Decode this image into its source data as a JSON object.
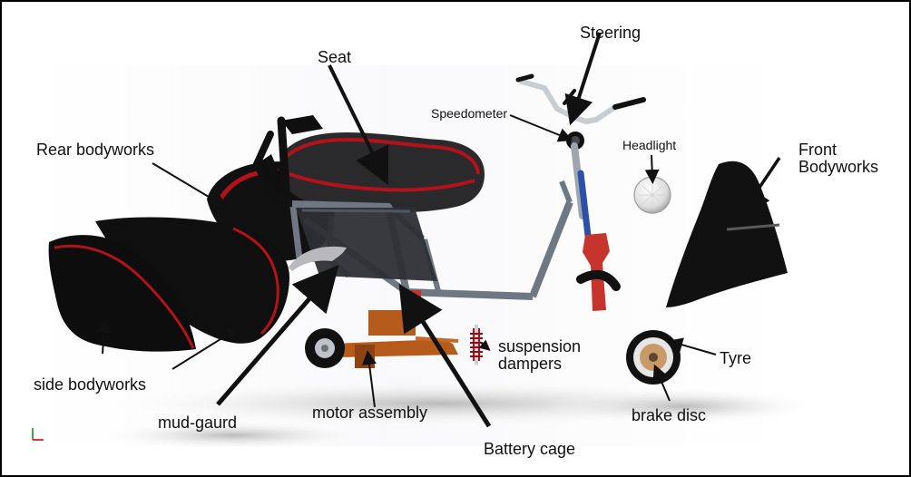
{
  "labels": {
    "steering": "Steering",
    "seat": "Seat",
    "speedometer": "Speedometer",
    "headlight": "Headlight",
    "rear_bodyworks": "Rear bodyworks",
    "front_bodyworks_line1": "Front",
    "front_bodyworks_line2": "Bodyworks",
    "suspension_dampers_line1": "suspension",
    "suspension_dampers_line2": "dampers",
    "tyre": "Tyre",
    "side_bodyworks": "side bodyworks",
    "motor_assembly": "motor assembly",
    "mud_guard": "mud-gaurd",
    "brake_disc": "brake disc",
    "battery_cage": "Battery cage"
  },
  "colors": {
    "body": "#111111",
    "trim": "#b3121a",
    "frame": "#6f7782",
    "motor": "#b55b1c",
    "fork": "#c6352d",
    "fork_blue": "#2c4fa8",
    "shadow": "#d8d8d8",
    "text": "#111111"
  }
}
